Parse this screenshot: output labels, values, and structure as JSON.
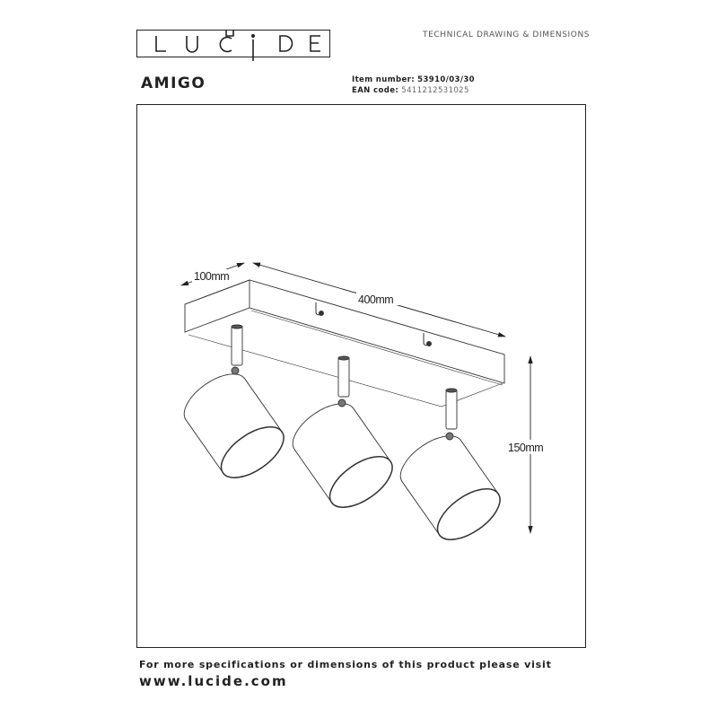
{
  "header": {
    "brand_logo": "LUCIDE",
    "document_type": "TECHNICAL DRAWING & DIMENSIONS",
    "product_name": "AMIGO",
    "item_number_label": "Item number:",
    "item_number": "53910/03/30",
    "ean_label": "EAN code:",
    "ean": "5411212531025"
  },
  "drawing": {
    "dim_depth": "100mm",
    "dim_length": "400mm",
    "dim_height": "150mm"
  },
  "footer": {
    "note": "For more specifications or dimensions of this product please visit",
    "website": "www.lucide.com"
  }
}
